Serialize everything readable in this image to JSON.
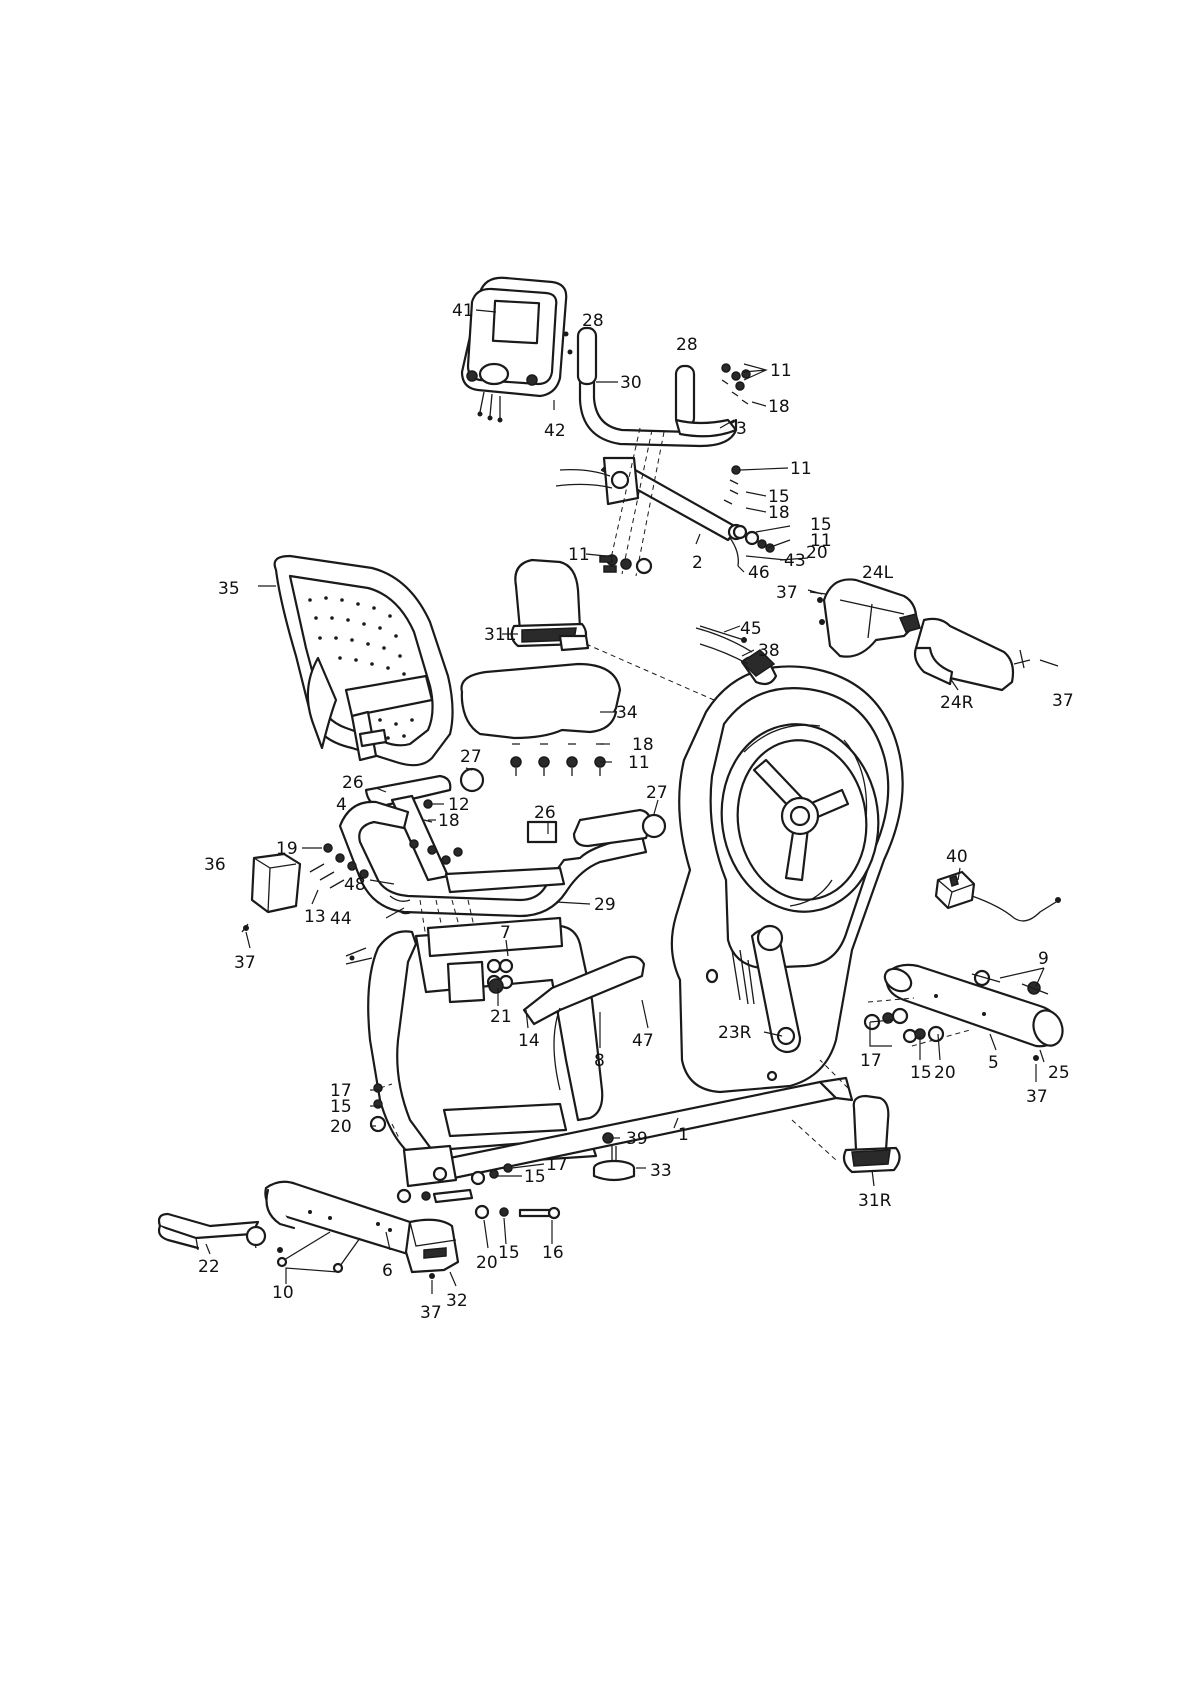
{
  "diagram": {
    "type": "exploded-parts-view",
    "line_color": "#1a1a1a",
    "background": "#ffffff"
  },
  "callouts": {
    "c41": "41",
    "c28a": "28",
    "c30": "30",
    "c28b": "28",
    "c11a": "11",
    "c42": "42",
    "c18a": "18",
    "c3": "3",
    "c11b": "11",
    "c15a": "15",
    "c18b": "18",
    "c15b": "15",
    "c11c": "11",
    "c11d": "11",
    "c43": "43",
    "c20a": "20",
    "c2": "2",
    "c46": "46",
    "c37a": "37",
    "c24L": "24L",
    "c35": "35",
    "c45": "45",
    "c31L": "31L",
    "c38": "38",
    "c24R": "24R",
    "c37b": "37",
    "c34": "34",
    "c18c": "18",
    "c11e": "11",
    "c27a": "27",
    "c26a": "26",
    "c4": "4",
    "c12": "12",
    "c18d": "18",
    "c26b": "26",
    "c27b": "27",
    "c19": "19",
    "c36": "36",
    "c13": "13",
    "c48": "48",
    "c44": "44",
    "c29": "29",
    "c40": "40",
    "c37c": "37",
    "c7": "7",
    "c9": "9",
    "c21": "21",
    "c14": "14",
    "c8": "8",
    "c47": "47",
    "c23R": "23R",
    "c17a": "17",
    "c15c": "15",
    "c20b": "20",
    "c5": "5",
    "c25": "25",
    "c37d": "37",
    "c17b": "17",
    "c15d": "15",
    "c20c": "20",
    "c39": "39",
    "c1": "1",
    "c17c": "17",
    "c15e": "15",
    "c33": "33",
    "c31R": "31R",
    "c22": "22",
    "c20d": "20",
    "c15f": "15",
    "c16": "16",
    "c6": "6",
    "c10": "10",
    "c37e": "37",
    "c32": "32"
  }
}
